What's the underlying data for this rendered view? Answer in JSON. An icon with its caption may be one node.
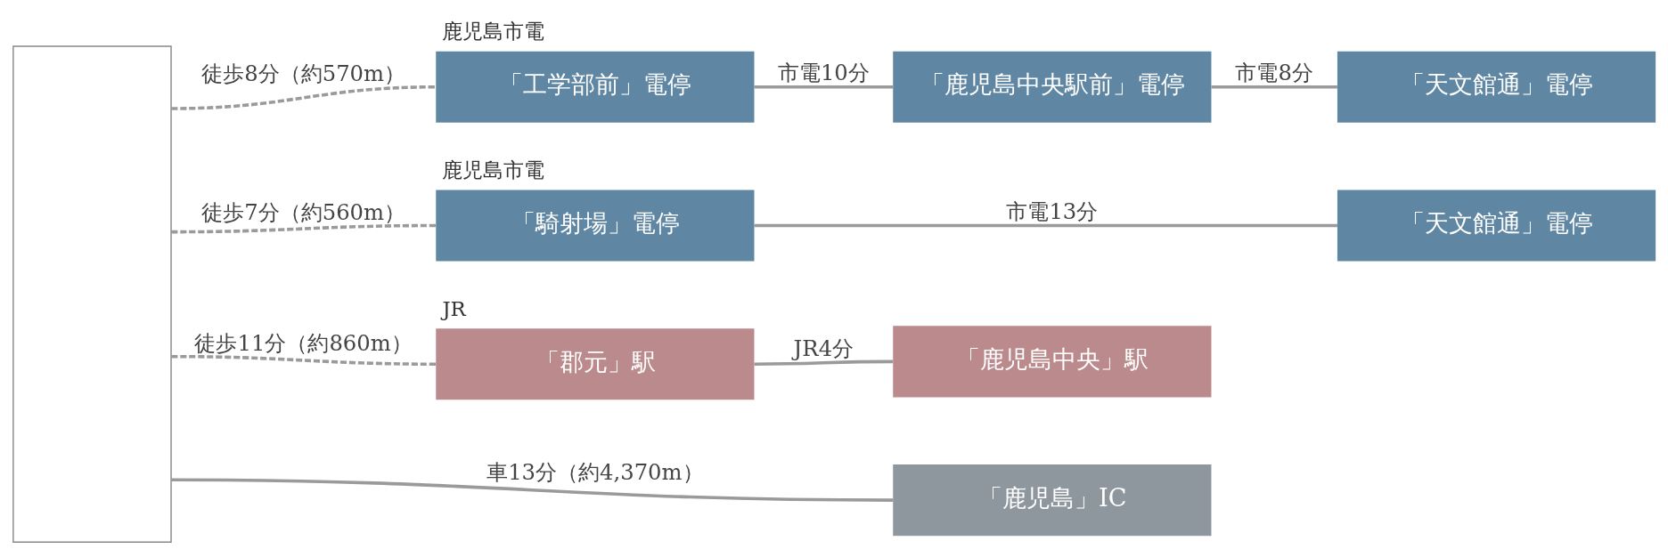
{
  "diagram": {
    "nodes": [
      {
        "text": [],
        "shape": "box"
      },
      {
        "text": [
          "鹿児島市電",
          "「工学部前」電停"
        ]
      },
      {
        "text": [
          "「鹿児島中央駅前」電停"
        ]
      },
      {
        "text": [
          "「天文館通」電停"
        ]
      },
      {
        "text": [
          "鹿児島市電",
          "「騎射場」電停"
        ]
      },
      {
        "text": [
          "「天文館通」電停"
        ]
      },
      {
        "text": [
          "JR",
          "「郡元」駅"
        ]
      },
      {
        "text": [
          "「鹿児島中央」駅"
        ]
      },
      {
        "text": [
          "「鹿児島」IC"
        ]
      }
    ],
    "edges": [
      {
        "from": 0,
        "to": 1,
        "arrow": "none",
        "style": "dashed",
        "label": "徒歩8分（約570m）"
      },
      {
        "from": 1,
        "to": 2,
        "arrow": "none",
        "label": "市電10分"
      },
      {
        "from": 2,
        "to": 3,
        "arrow": "none",
        "label": "市電8分"
      },
      {
        "from": 0,
        "to": 4,
        "arrow": "none",
        "style": "dashed",
        "label": "徒歩7分（約560m）"
      },
      {
        "from": 4,
        "to": 5,
        "arrow": "none",
        "label": "市電13分"
      },
      {
        "from": 0,
        "to": 6,
        "arrow": "none",
        "style": "dashed",
        "label": "徒歩11分（約860m）"
      },
      {
        "from": 6,
        "to": 7,
        "arrow": "none",
        "label": "JR4分"
      },
      {
        "from": 0,
        "to": 8,
        "arrow": "none",
        "label": "車13分（約4,370m）"
      }
    ]
  }
}
